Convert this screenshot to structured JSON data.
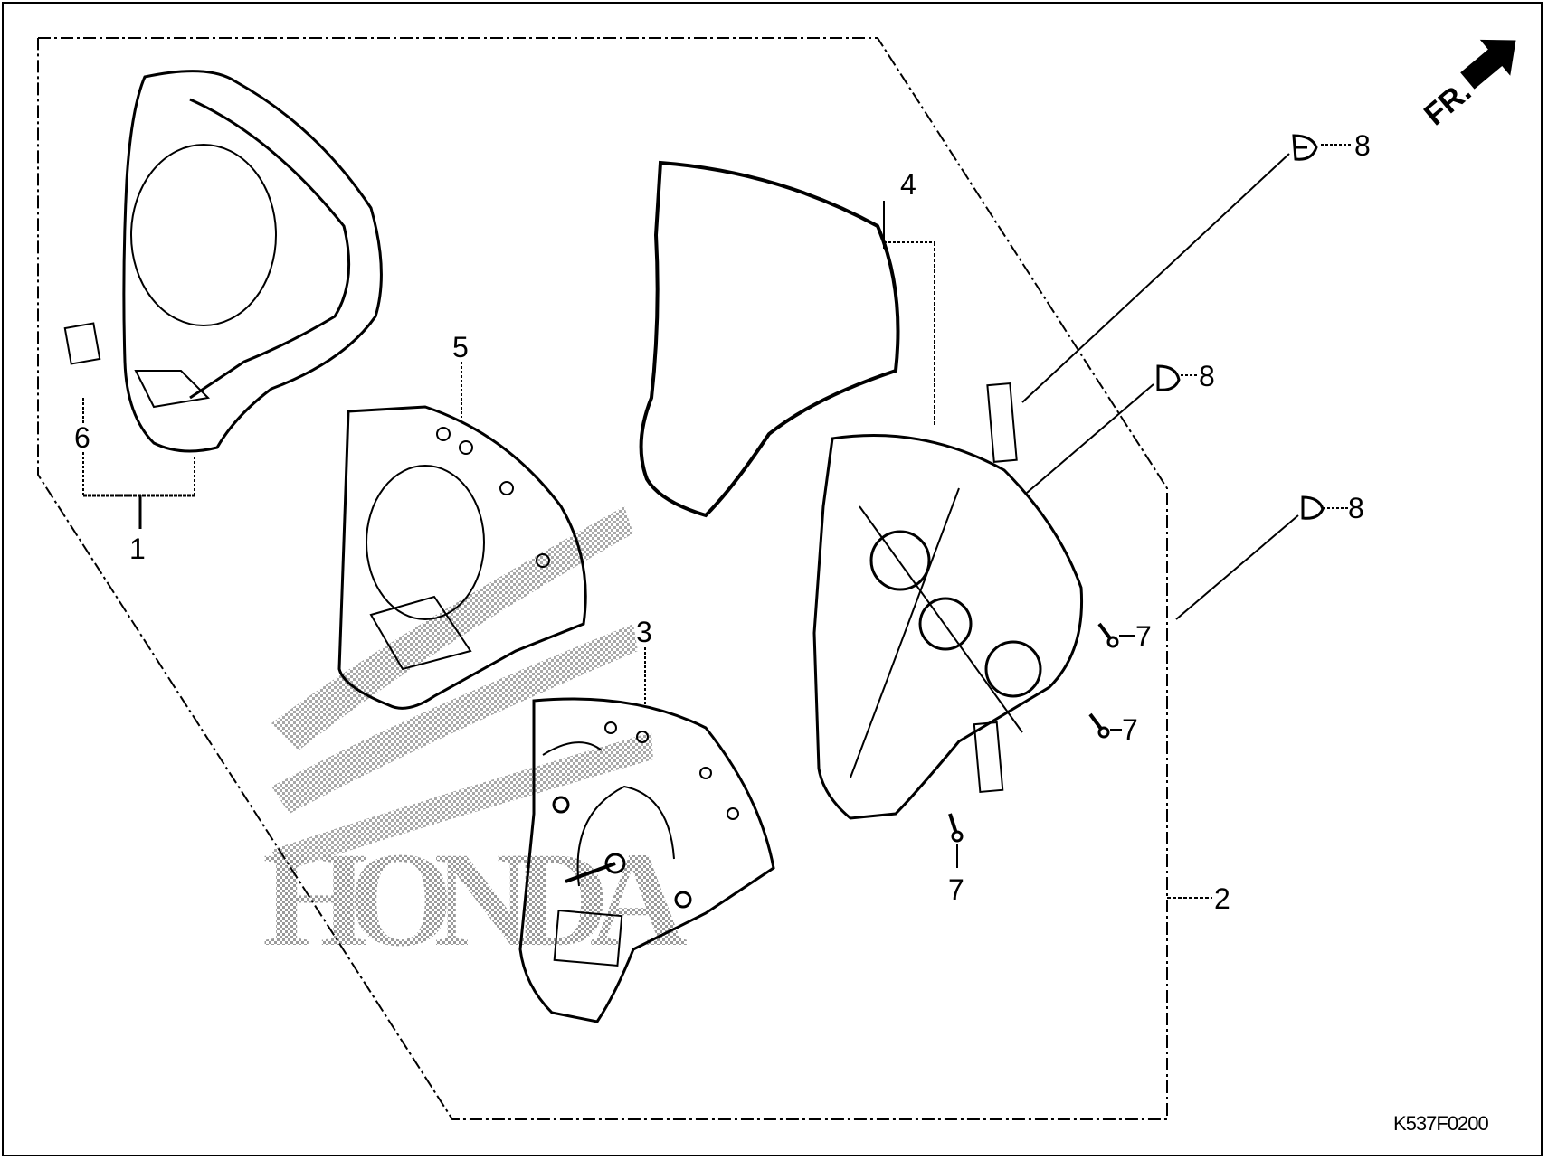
{
  "diagram": {
    "title": "Honda meter assembly exploded parts diagram",
    "watermark": "HONDA",
    "direction_indicator": {
      "label": "FR.",
      "icon": "arrow-forward-icon"
    },
    "figure_code": "K537F0200",
    "callouts": [
      {
        "id": "1",
        "label": "1",
        "part": "meter case cover / lens"
      },
      {
        "id": "2",
        "label": "2",
        "part": "meter assembly (bracketed group)"
      },
      {
        "id": "3",
        "label": "3",
        "part": "meter dial panel"
      },
      {
        "id": "4",
        "label": "4",
        "part": "gasket / seal"
      },
      {
        "id": "5",
        "label": "5",
        "part": "meter visor / bezel"
      },
      {
        "id": "6",
        "label": "6",
        "part": "lens sticker"
      },
      {
        "id": "7a",
        "label": "7",
        "part": "screw"
      },
      {
        "id": "7b",
        "label": "7",
        "part": "screw"
      },
      {
        "id": "7c",
        "label": "7",
        "part": "screw"
      },
      {
        "id": "8a",
        "label": "8",
        "part": "bolt"
      },
      {
        "id": "8b",
        "label": "8",
        "part": "bolt"
      },
      {
        "id": "8c",
        "label": "8",
        "part": "bolt"
      }
    ]
  }
}
